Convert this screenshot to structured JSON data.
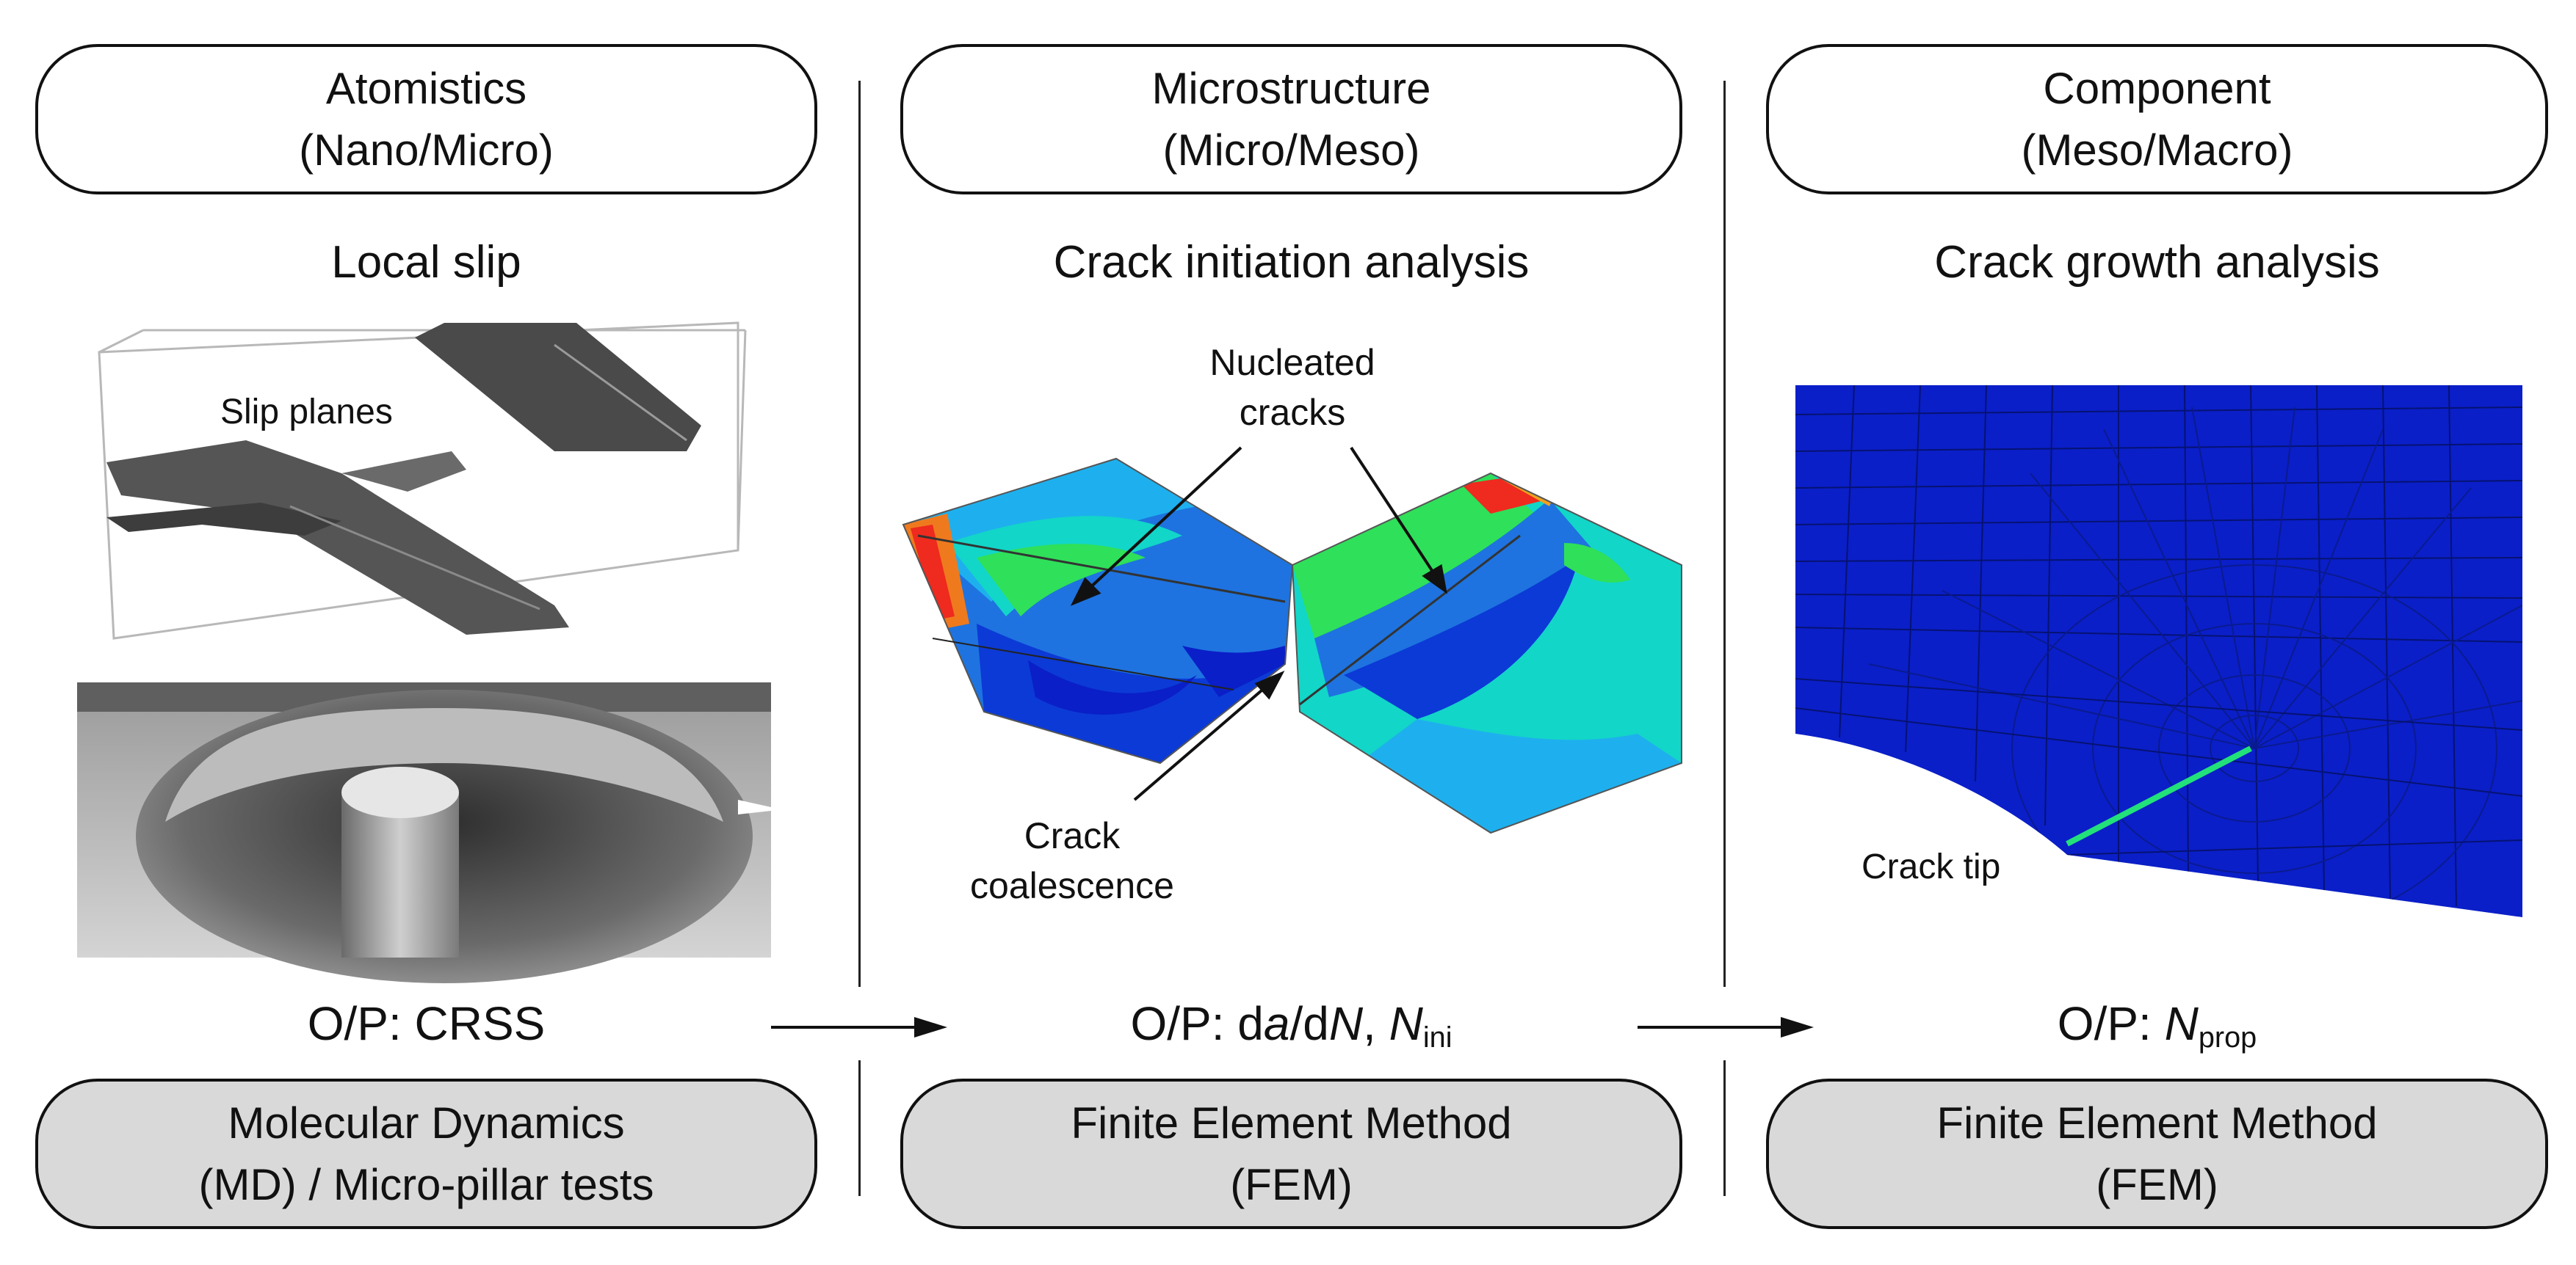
{
  "columns": [
    {
      "title_line1": "Atomistics",
      "title_line2": "(Nano/Micro)",
      "subtitle": "Local slip",
      "annotation": "Slip planes",
      "output_prefix": "O/P: ",
      "output_text": "CRSS",
      "method_line1": "Molecular Dynamics",
      "method_line2": "(MD) / Micro-pillar tests"
    },
    {
      "title_line1": "Microstructure",
      "title_line2": "(Micro/Meso)",
      "subtitle": "Crack initiation analysis",
      "annotation_top_line1": "Nucleated",
      "annotation_top_line2": "cracks",
      "annotation_bottom_line1": "Crack",
      "annotation_bottom_line2": "coalescence",
      "output_prefix": "O/P: ",
      "output_d1": "d",
      "output_a": "a",
      "output_slash_d": "/d",
      "output_N": "N",
      "output_sep": ", ",
      "output_N2": "N",
      "output_sub": "ini",
      "method_line1": "Finite Element Method",
      "method_line2": "(FEM)"
    },
    {
      "title_line1": "Component",
      "title_line2": "(Meso/Macro)",
      "subtitle": "Crack growth analysis",
      "annotation": "Crack tip",
      "output_prefix": "O/P: ",
      "output_N": "N",
      "output_sub": "prop",
      "method_line1": "Finite Element Method",
      "method_line2": "(FEM)"
    }
  ],
  "colors": {
    "method_box_fill": "#d9d9d9",
    "fem_blue": "#0a1fc8",
    "contour_cyan": "#12d6c8",
    "contour_green": "#1ee06a",
    "contour_red": "#ef2a1e"
  }
}
